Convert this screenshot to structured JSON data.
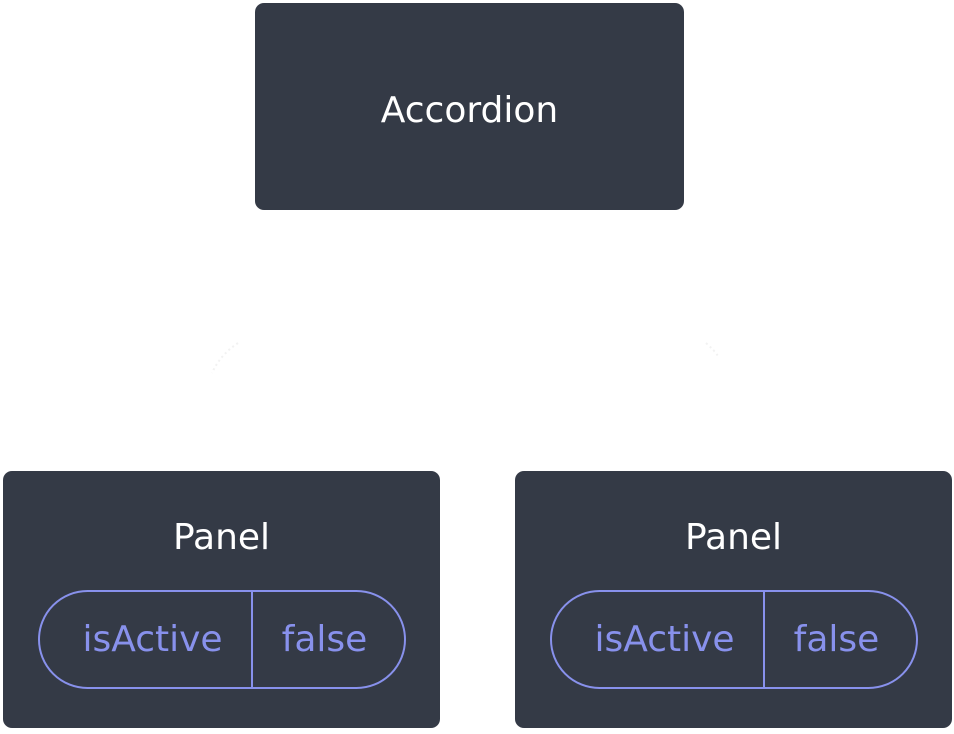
{
  "diagram": {
    "root": {
      "label": "Accordion"
    },
    "children": [
      {
        "label": "Panel",
        "state": {
          "key": "isActive",
          "value": "false"
        }
      },
      {
        "label": "Panel",
        "state": {
          "key": "isActive",
          "value": "false"
        }
      }
    ],
    "colors": {
      "node_background": "#343a46",
      "node_text": "#ffffff",
      "state_accent": "#8891ec",
      "edge": "#f2f2f2"
    }
  }
}
